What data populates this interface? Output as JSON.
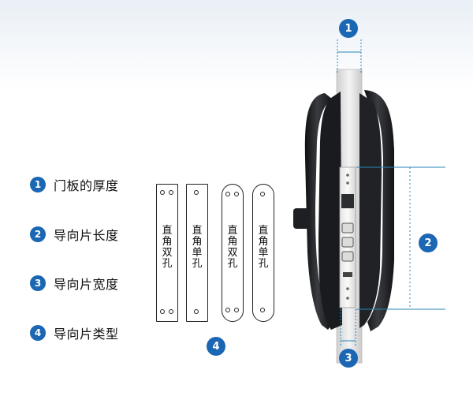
{
  "legend": [
    {
      "num": "1",
      "label": "门板的厚度"
    },
    {
      "num": "2",
      "label": "导向片长度"
    },
    {
      "num": "3",
      "label": "导向片宽度"
    },
    {
      "num": "4",
      "label": "导向片类型"
    }
  ],
  "plates": [
    {
      "shape": "square",
      "holes": "double",
      "label": [
        "直",
        "角",
        "双",
        "孔"
      ]
    },
    {
      "shape": "square",
      "holes": "single",
      "label": [
        "直",
        "角",
        "单",
        "孔"
      ]
    },
    {
      "shape": "round",
      "holes": "double",
      "label": [
        "直",
        "角",
        "双",
        "孔"
      ]
    },
    {
      "shape": "round",
      "holes": "single",
      "label": [
        "直",
        "角",
        "单",
        "孔"
      ]
    }
  ],
  "callouts": {
    "one": "1",
    "two": "2",
    "three": "3",
    "four": "4"
  },
  "colors": {
    "accent": "#1b67b3",
    "dimension_line": "#2a86b8",
    "lock_body": "#1c1d20"
  }
}
